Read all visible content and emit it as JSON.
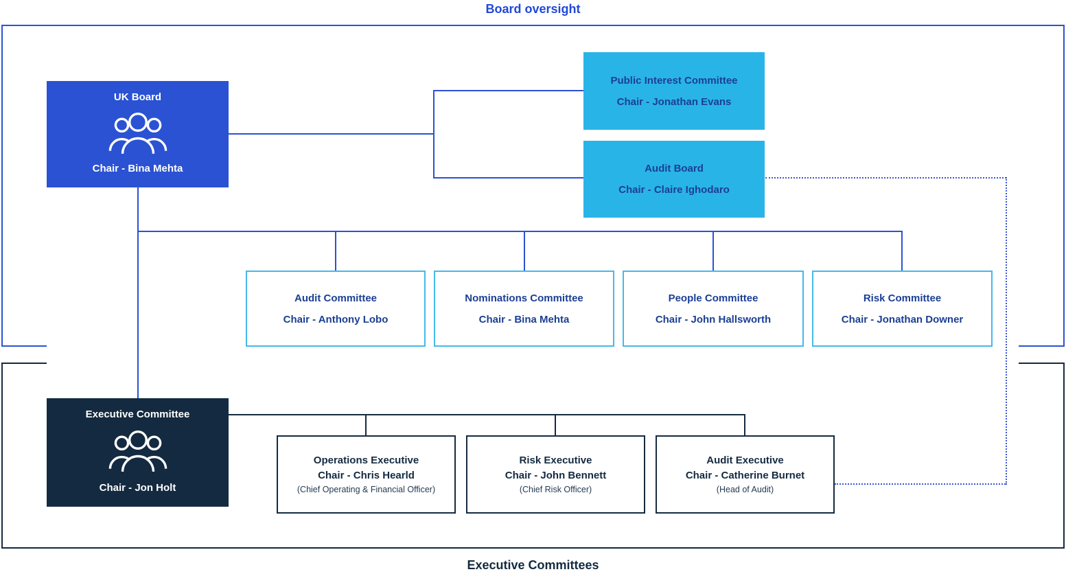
{
  "labels": {
    "board_oversight": "Board oversight",
    "executive_committees": "Executive Committees"
  },
  "colors": {
    "primary_blue": "#2a52d3",
    "light_blue": "#29b4e8",
    "navy_text": "#1b3f94",
    "dark_navy": "#142a40",
    "title_blue": "#2149d8"
  },
  "org": {
    "uk_board": {
      "title": "UK Board",
      "chair": "Chair - Bina Mehta"
    },
    "public_interest_committee": {
      "title": "Public Interest Committee",
      "chair": "Chair - Jonathan Evans"
    },
    "audit_board": {
      "title": "Audit Board",
      "chair": "Chair - Claire Ighodaro"
    },
    "board_committees": [
      {
        "title": "Audit Committee",
        "chair": "Chair - Anthony Lobo"
      },
      {
        "title": "Nominations Committee",
        "chair": "Chair - Bina Mehta"
      },
      {
        "title": "People Committee",
        "chair": "Chair - John Hallsworth"
      },
      {
        "title": "Risk Committee",
        "chair": "Chair - Jonathan Downer"
      }
    ],
    "executive_committee": {
      "title": "Executive Committee",
      "chair": "Chair - Jon Holt"
    },
    "executive_subcommittees": [
      {
        "title": "Operations Executive",
        "chair": "Chair - Chris Hearld",
        "subtitle": "(Chief Operating & Financial Officer)"
      },
      {
        "title": "Risk Executive",
        "chair": "Chair - John Bennett",
        "subtitle": "(Chief Risk Officer)"
      },
      {
        "title": "Audit Executive",
        "chair": "Chair - Catherine Burnet",
        "subtitle": "(Head of Audit)"
      }
    ]
  }
}
